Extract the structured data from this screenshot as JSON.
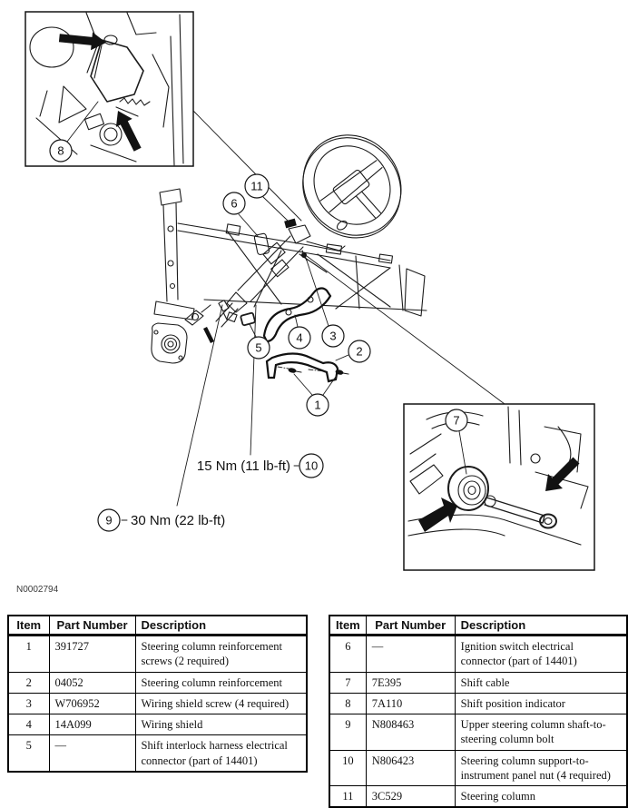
{
  "figure": {
    "id_label": "N0002794",
    "torque_15": "15 Nm (11 lb-ft)",
    "torque_30": "30 Nm (22 lb-ft)",
    "callouts": {
      "c1": "1",
      "c2": "2",
      "c3": "3",
      "c4": "4",
      "c5": "5",
      "c6": "6",
      "c7": "7",
      "c8": "8",
      "c9": "9",
      "c10": "10",
      "c11": "11"
    }
  },
  "table_headers": {
    "item": "Item",
    "part": "Part Number",
    "desc": "Description"
  },
  "left_table": {
    "rows": [
      {
        "item": "1",
        "part": "391727",
        "desc": "Steering column reinforcement screws (2 required)"
      },
      {
        "item": "2",
        "part": "04052",
        "desc": "Steering column reinforcement"
      },
      {
        "item": "3",
        "part": "W706952",
        "desc": "Wiring shield screw (4 required)"
      },
      {
        "item": "4",
        "part": "14A099",
        "desc": "Wiring shield"
      },
      {
        "item": "5",
        "part": "—",
        "desc": "Shift interlock harness electrical connector (part of 14401)"
      }
    ]
  },
  "right_table": {
    "rows": [
      {
        "item": "6",
        "part": "—",
        "desc": "Ignition switch electrical connector (part of 14401)"
      },
      {
        "item": "7",
        "part": "7E395",
        "desc": "Shift cable"
      },
      {
        "item": "8",
        "part": "7A110",
        "desc": "Shift position indicator"
      },
      {
        "item": "9",
        "part": "N808463",
        "desc": "Upper steering column shaft-to-steering column bolt"
      },
      {
        "item": "10",
        "part": "N806423",
        "desc": "Steering column support-to-instrument panel nut (4 required)"
      },
      {
        "item": "11",
        "part": "3C529",
        "desc": "Steering column"
      }
    ]
  }
}
